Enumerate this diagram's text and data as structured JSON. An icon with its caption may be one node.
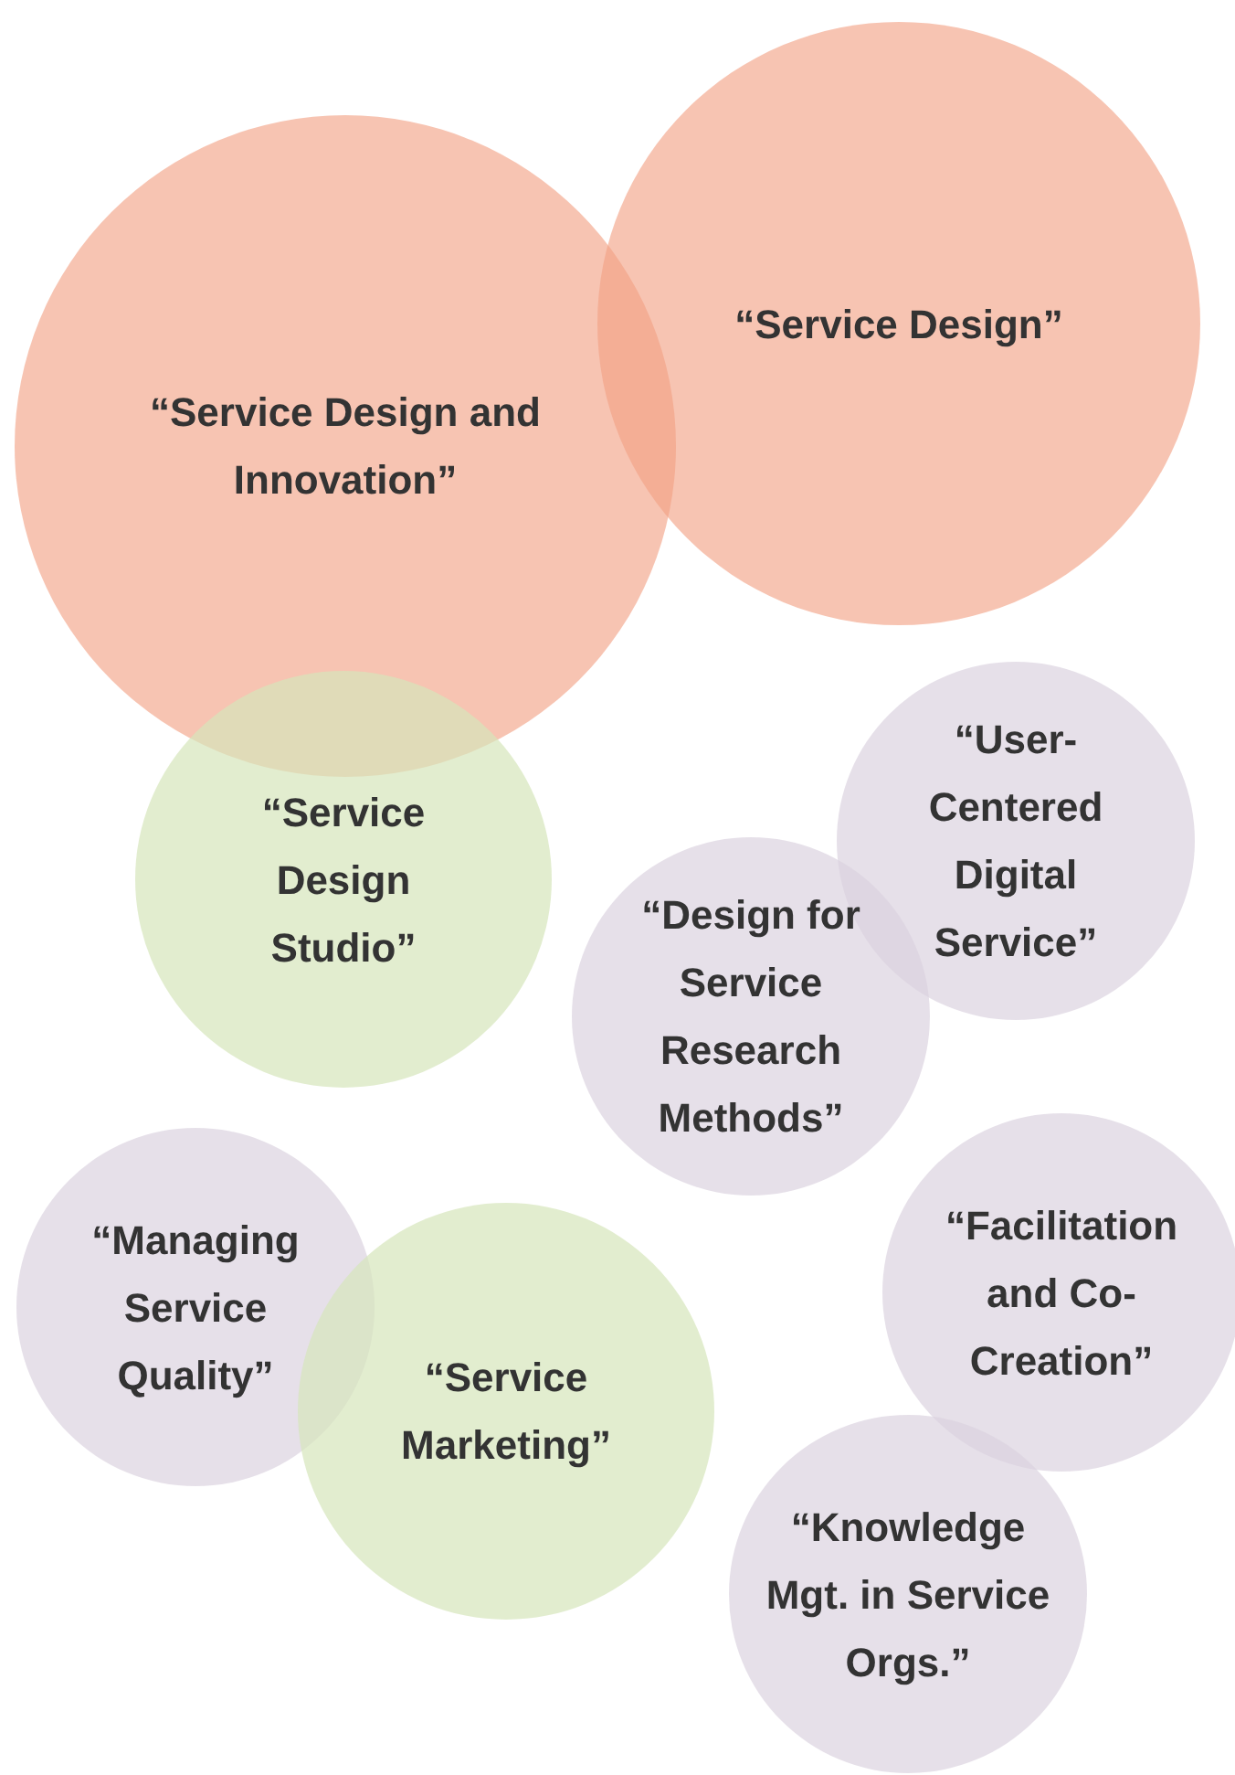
{
  "diagram": {
    "nodes": [
      {
        "text": [
          "“Service Design and Innovation”"
        ]
      },
      {
        "text": [
          "“Service Design”"
        ]
      },
      {
        "text": [
          "“Service Design Studio”"
        ]
      },
      {
        "text": [
          "“User-Centered Digital Service”"
        ]
      },
      {
        "text": [
          "“Design for Service Research Methods”"
        ]
      },
      {
        "text": [
          "“Managing Service Quality”"
        ]
      },
      {
        "text": [
          "“Service Marketing”"
        ]
      },
      {
        "text": [
          "“Facilitation and Co-Creation”"
        ]
      },
      {
        "text": [
          "“Knowledge Mgt. in Service Orgs.”"
        ]
      }
    ]
  }
}
